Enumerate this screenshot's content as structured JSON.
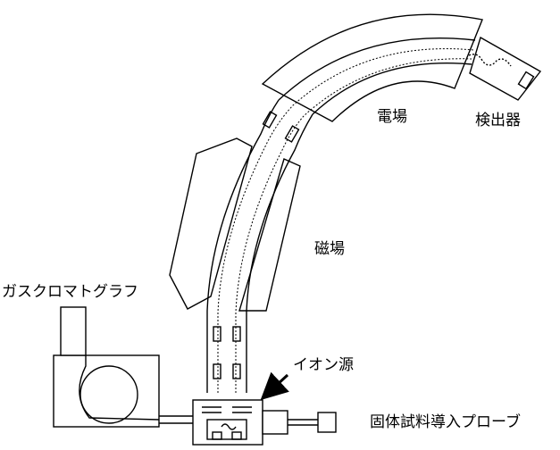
{
  "labels": {
    "electric_field": "電場",
    "detector": "検出器",
    "magnetic_field": "磁場",
    "gas_chromatograph": "ガスクロマトグラフ",
    "ion_source": "イオン源",
    "solid_probe": "固体試料導入プローブ"
  },
  "colors": {
    "line": "#000000",
    "background": "#ffffff"
  }
}
